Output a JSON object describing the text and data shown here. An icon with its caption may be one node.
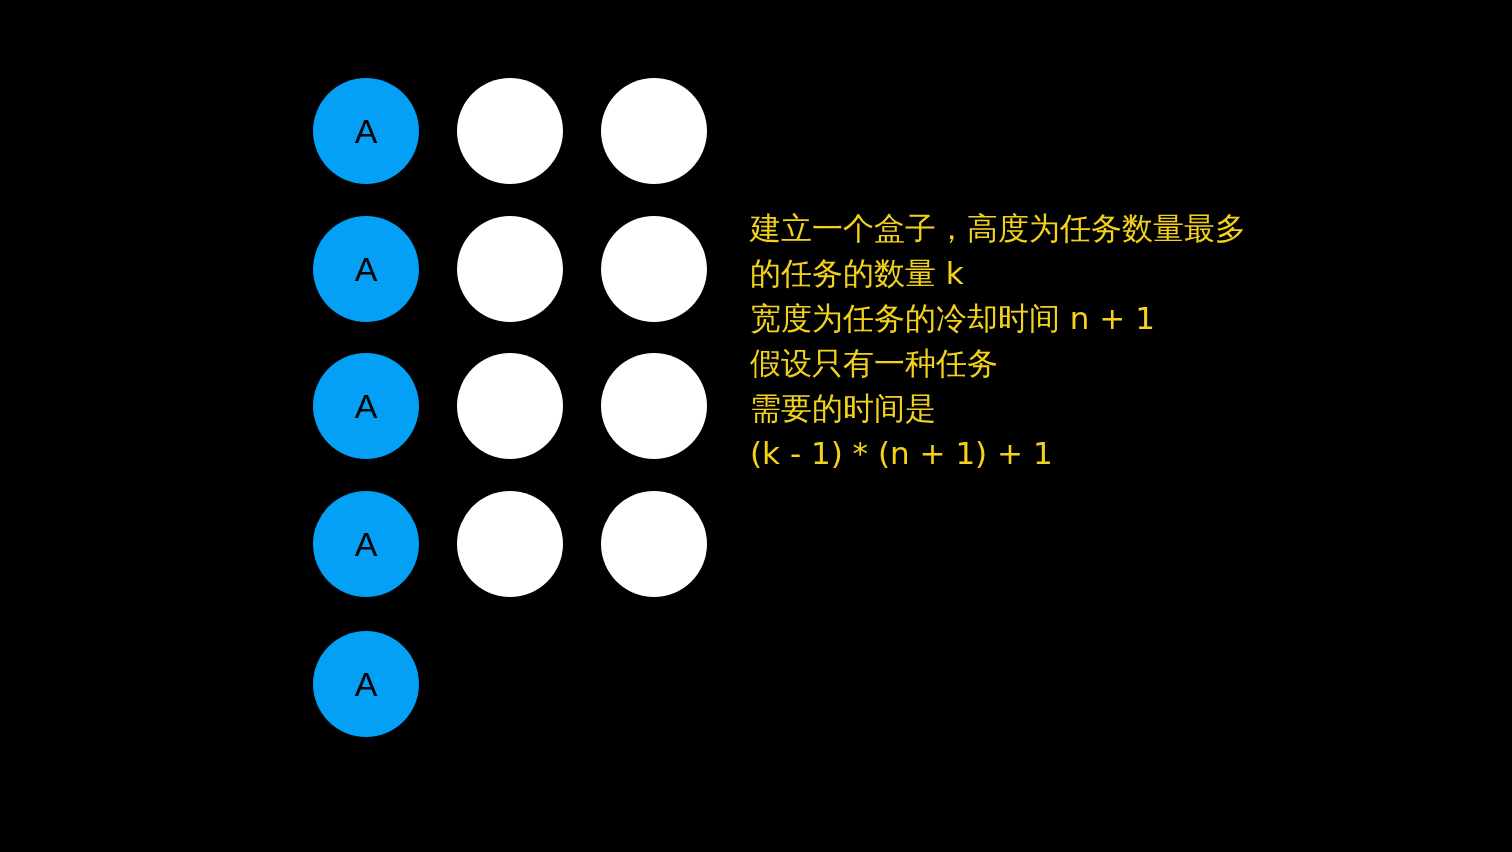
{
  "diagram": {
    "nodes": [
      {
        "text": [
          "A"
        ]
      },
      {
        "text": [],
        "shape": "circle"
      },
      {
        "text": [],
        "shape": "circle"
      },
      {
        "text": [
          "A"
        ]
      },
      {
        "text": [],
        "shape": "circle"
      },
      {
        "text": [],
        "shape": "circle"
      },
      {
        "text": [
          "A"
        ]
      },
      {
        "text": [],
        "shape": "circle"
      },
      {
        "text": [],
        "shape": "circle"
      },
      {
        "text": [
          "A"
        ]
      },
      {
        "text": [],
        "shape": "circle"
      },
      {
        "text": [],
        "shape": "circle"
      },
      {
        "text": [
          "A"
        ]
      }
    ],
    "labels": [
      "建立一个盒子，高度为任务数量最多的任务的数量 k",
      "宽度为任务的冷却时间 n + 1",
      "假设只有一种任务",
      "需要的时间是",
      "(k - 1) * (n + 1) + 1"
    ]
  }
}
